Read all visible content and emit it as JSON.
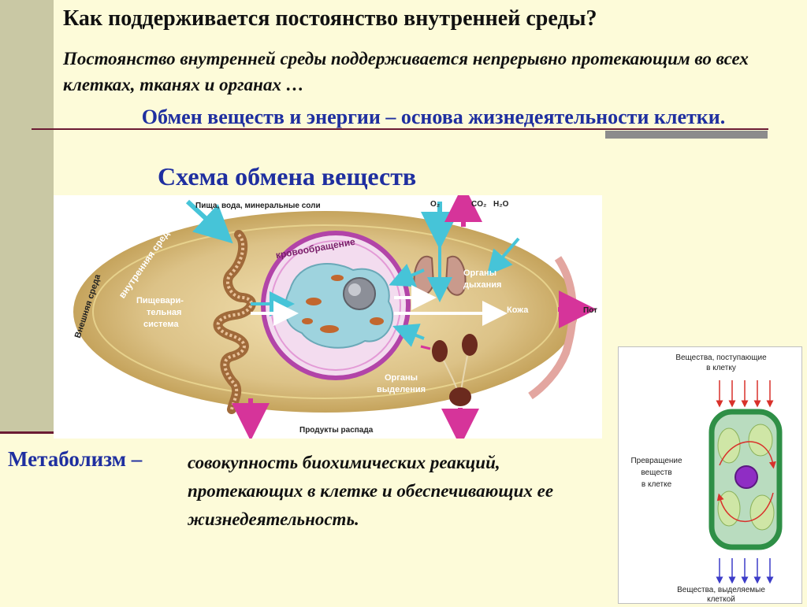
{
  "slide": {
    "title": "Как поддерживается постоянство внутренней среды?",
    "subtitle": "Постоянство внутренней среды поддерживается непрерывно протекающим во всех клетках, тканях и органах …",
    "heading": "Обмен веществ и энергии – основа жизнедеятельности клетки.",
    "schema_title": "Схема обмена веществ",
    "term": "Метаболизм –",
    "definition": "совокупность биохимических реакций, протекающих в клетке и обеспечивающих ее жизнедеятельность."
  },
  "diagram": {
    "food_label": "Пища, вода, минеральные соли",
    "o2_label": "O₂",
    "co2_label": "CO₂",
    "h2o_label": "H₂O",
    "circulation_label": "кровообращение",
    "internal_env_label": "внутренняя среда",
    "external_env_label": "Внешняя среда",
    "digestive_label_1": "Пищевари-",
    "digestive_label_2": "тельная",
    "digestive_label_3": "система",
    "respiratory_label_1": "Органы",
    "respiratory_label_2": "дыхания",
    "skin_label": "Кожа",
    "sweat_label": "Пот",
    "excretory_label_1": "Органы",
    "excretory_label_2": "выделения",
    "decay_label": "Продукты распада"
  },
  "cell_panel": {
    "incoming_label_1": "Вещества, поступающие",
    "incoming_label_2": "в клетку",
    "transform_label_1": "Превращение",
    "transform_label_2": "веществ",
    "transform_label_3": "в клетке",
    "outgoing_label_1": "Вещества, выделяемые",
    "outgoing_label_2": "клеткой"
  },
  "colors": {
    "accent_blue": "#1f2fa0",
    "sidebar": "#c9c8a4",
    "background": "#fdfbd9",
    "divider": "#6b1b33",
    "ellipse": "#c8a65a",
    "arrow_cyan": "#46c4d8",
    "arrow_magenta": "#d6349a"
  }
}
